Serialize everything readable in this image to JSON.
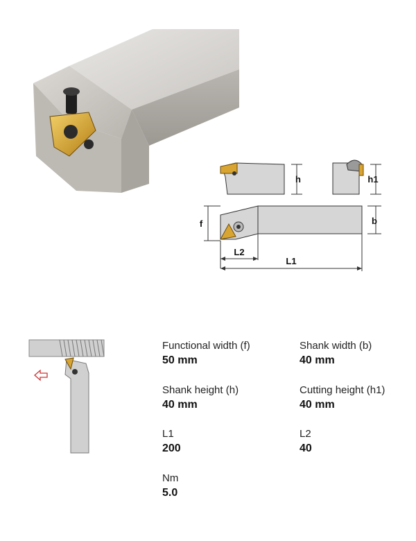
{
  "diagram": {
    "labels": {
      "h": "h",
      "h1": "h1",
      "f": "f",
      "b": "b",
      "L2": "L2",
      "L1": "L1"
    }
  },
  "specs": {
    "functional_width": {
      "label": "Functional width (f)",
      "value": "50 mm"
    },
    "shank_width": {
      "label": "Shank width (b)",
      "value": "40 mm"
    },
    "shank_height": {
      "label": "Shank height (h)",
      "value": "40 mm"
    },
    "cutting_height": {
      "label": "Cutting height (h1)",
      "value": "40 mm"
    },
    "l1": {
      "label": "L1",
      "value": "200"
    },
    "l2": {
      "label": "L2",
      "value": "40"
    },
    "nm": {
      "label": "Nm",
      "value": "5.0"
    }
  },
  "colors": {
    "insert": "#d8a532",
    "steel": "#cfcfcf",
    "outline": "#333333",
    "arrow": "#cc3333"
  }
}
